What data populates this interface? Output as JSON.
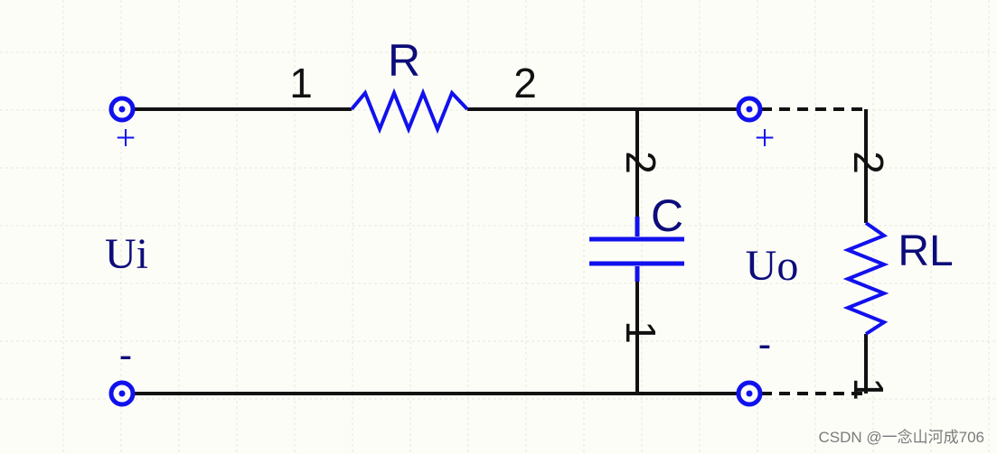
{
  "diagram": {
    "components": {
      "resistor": {
        "label": "R",
        "pin_left": "1",
        "pin_right": "2"
      },
      "capacitor": {
        "label": "C",
        "pin_top": "2",
        "pin_bottom": "1"
      },
      "load": {
        "label": "RL",
        "pin_top": "2",
        "pin_bottom": "1"
      }
    },
    "input": {
      "label": "Ui",
      "plus": "+",
      "minus": "-"
    },
    "output": {
      "label": "Uo",
      "plus": "+",
      "minus": "-"
    }
  },
  "watermark": "CSDN @一念山河成706",
  "colors": {
    "wire": "#111111",
    "component": "#1111ee",
    "label": "#0c0c7a",
    "grid": "#e6e6dc"
  }
}
